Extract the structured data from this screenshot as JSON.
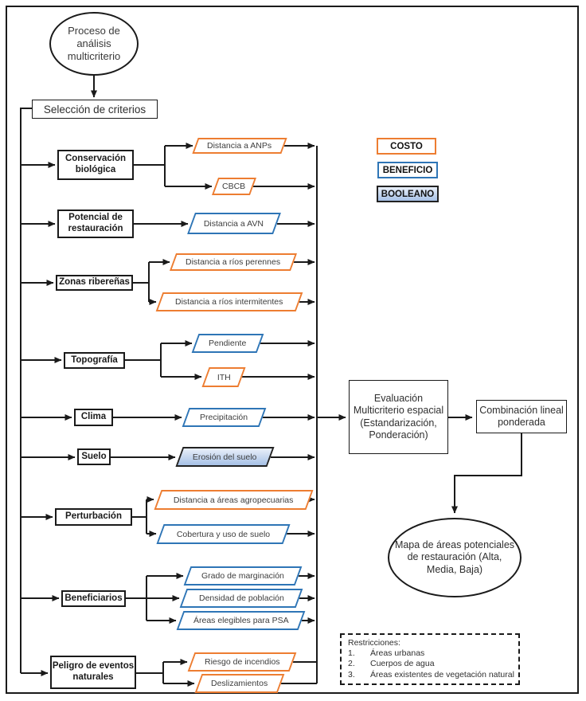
{
  "colors": {
    "costo": "#ED7D31",
    "beneficio": "#2E75B6",
    "booleano_border": "#222222",
    "booleano_fill_top": "#e9eff9",
    "booleano_fill_bottom": "#a6c1e6",
    "line": "#000000"
  },
  "start": {
    "label": "Proceso de análisis multicriterio"
  },
  "selection": {
    "label": "Selección de criterios"
  },
  "legend": {
    "costo": "COSTO",
    "beneficio": "BENEFICIO",
    "booleano": "BOOLEANO"
  },
  "categories": [
    {
      "label": "Conservación biológica"
    },
    {
      "label": "Potencial de restauración"
    },
    {
      "label": "Zonas ribereñas"
    },
    {
      "label": "Topografía"
    },
    {
      "label": "Clima"
    },
    {
      "label": "Suelo"
    },
    {
      "label": "Perturbación"
    },
    {
      "label": "Beneficiarios"
    },
    {
      "label": "Peligro de eventos naturales"
    }
  ],
  "criteria": [
    {
      "label": "Distancia a ANPs",
      "type": "costo"
    },
    {
      "label": "CBCB",
      "type": "costo"
    },
    {
      "label": "Distancia a AVN",
      "type": "beneficio"
    },
    {
      "label": "Distancia a ríos perennes",
      "type": "costo"
    },
    {
      "label": "Distancia a ríos intermitentes",
      "type": "costo"
    },
    {
      "label": "Pendiente",
      "type": "beneficio"
    },
    {
      "label": "ITH",
      "type": "costo"
    },
    {
      "label": "Precipitación",
      "type": "beneficio"
    },
    {
      "label": "Erosión del suelo",
      "type": "booleano"
    },
    {
      "label": "Distancia a áreas agropecuarias",
      "type": "costo"
    },
    {
      "label": "Cobertura y uso de suelo",
      "type": "beneficio"
    },
    {
      "label": "Grado de marginación",
      "type": "beneficio"
    },
    {
      "label": "Densidad de población",
      "type": "beneficio"
    },
    {
      "label": "Áreas elegibles para PSA",
      "type": "beneficio"
    },
    {
      "label": "Riesgo de incendios",
      "type": "costo"
    },
    {
      "label": "Deslizamientos",
      "type": "costo"
    }
  ],
  "evaluation": {
    "label": "Evaluación Multicriterio espacial (Estandarización, Ponderación)"
  },
  "combination": {
    "label": "Combinación lineal ponderada"
  },
  "result_map": {
    "label": "Mapa de áreas potenciales de restauración (Alta, Media, Baja)"
  },
  "restrictions": {
    "title": "Restricciones:",
    "items": [
      {
        "num": "1.",
        "label": "Áreas urbanas"
      },
      {
        "num": "2.",
        "label": "Cuerpos de agua"
      },
      {
        "num": "3.",
        "label": "Áreas existentes de vegetación natural"
      }
    ]
  }
}
